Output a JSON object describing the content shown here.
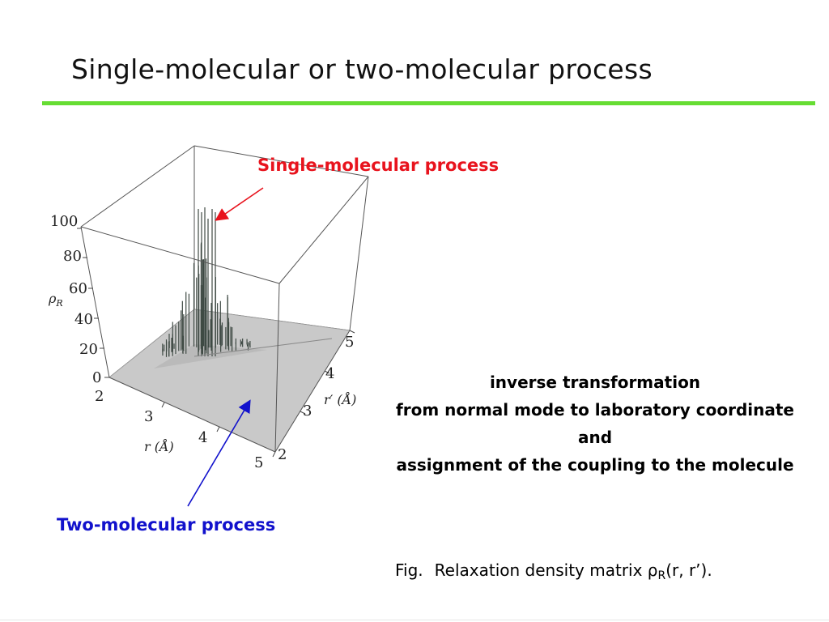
{
  "slide": {
    "title": "Single-molecular or two-molecular process",
    "accent_color": "#66dd33"
  },
  "callouts": {
    "single": "Single-molecular process",
    "single_color": "#e8131d",
    "two": "Two-molecular process",
    "two_color": "#1111cc"
  },
  "note_lines": [
    "inverse transformation",
    "from normal mode to laboratory coordinate",
    "and",
    "assignment of the coupling to the molecule"
  ],
  "caption": {
    "prefix": "Fig.",
    "text": "Relaxation density matrix ρ",
    "subscript": "R",
    "suffix": "(r, r’)."
  },
  "figure": {
    "z_ticks": [
      "100",
      "80",
      "60",
      "40",
      "20",
      "0"
    ],
    "z_label_main": "ρ",
    "z_label_sub": "R",
    "r_ticks": [
      "2",
      "3",
      "4",
      "5"
    ],
    "r_label": "r (Å)",
    "rp_ticks": [
      "2",
      "3",
      "4",
      "5"
    ],
    "rp_label": "r′ (Å)"
  }
}
